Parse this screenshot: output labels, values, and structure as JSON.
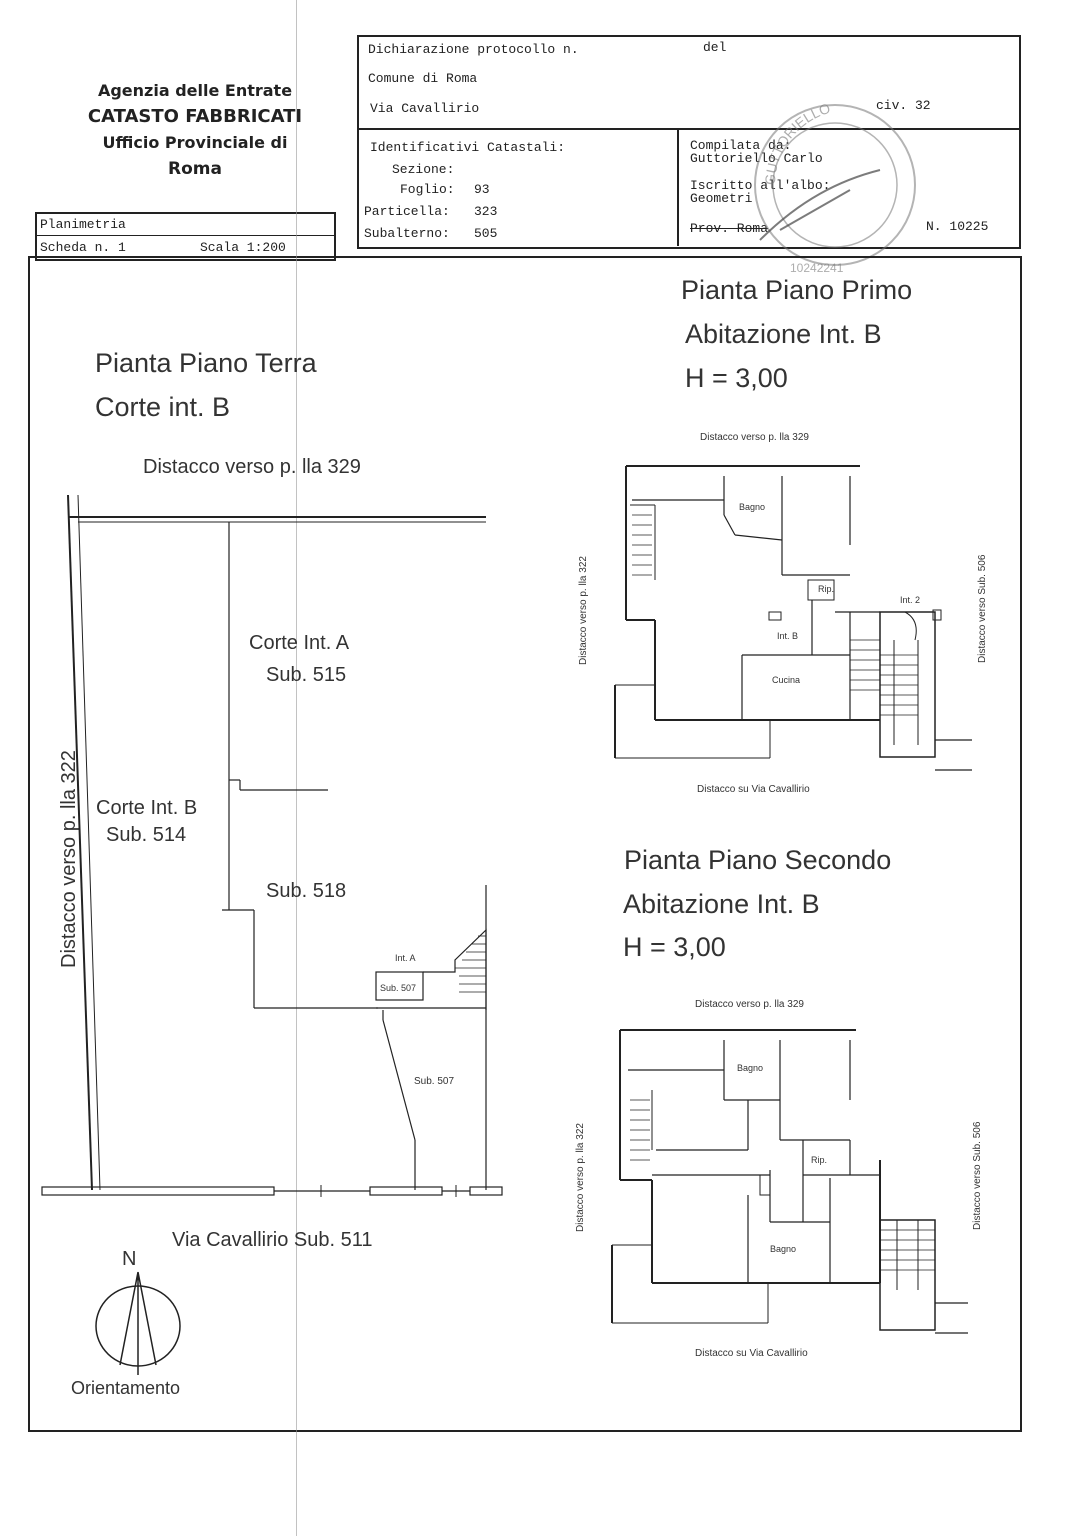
{
  "agency": {
    "line1": "Agenzia delle Entrate",
    "line2": "CATASTO FABBRICATI",
    "line3": "Ufficio Provinciale di",
    "line4": "Roma"
  },
  "header": {
    "protocollo_label": "Dichiarazione protocollo n.",
    "del_label": "del",
    "comune": "Comune di Roma",
    "via": "Via Cavallirio",
    "civico": "civ. 32",
    "identificativi_label": "Identificativi Catastali:",
    "sezione_label": "Sezione:",
    "foglio_label": "Foglio:",
    "foglio_value": "93",
    "particella_label": "Particella:",
    "particella_value": "323",
    "subalterno_label": "Subalterno:",
    "subalterno_value": "505",
    "compilata_label": "Compilata da:",
    "compilata_name": "Guttoriello Carlo",
    "iscritto_label": "Iscritto all'albo:",
    "albo": "Geometri",
    "prov": "Prov. Roma",
    "numero": "N. 10225",
    "stamp_text": "GUTTORIELLO",
    "stamp_number": "10242241"
  },
  "scheda": {
    "planimetria": "Planimetria",
    "scheda_label": "Scheda n. 1",
    "scala": "Scala 1:200"
  },
  "ground_floor": {
    "title": "Pianta Piano Terra",
    "subtitle": "Corte int. B",
    "distacco_top": "Distacco verso p. lla 329",
    "distacco_left": "Distacco verso p. lla 322",
    "corte_a": "Corte Int. A",
    "sub_515": "Sub. 515",
    "corte_b": "Corte Int. B",
    "sub_514": "Sub. 514",
    "sub_518": "Sub. 518",
    "int_a": "Int. A",
    "sub_507_small": "Sub. 507",
    "sub_507": "Sub. 507",
    "via_bottom": "Via Cavallirio Sub. 511",
    "north": "N",
    "orientamento": "Orientamento"
  },
  "first_floor": {
    "title": "Pianta Piano Primo",
    "subtitle": "Abitazione Int. B",
    "height": "H = 3,00",
    "distacco_top": "Distacco verso p. lla 329",
    "distacco_left": "Distacco verso p. lla 322",
    "distacco_right": "Distacco verso Sub. 506",
    "distacco_bottom": "Distacco su Via Cavallirio",
    "bagno": "Bagno",
    "rip": "Rip.",
    "int_b": "Int. B",
    "int_2": "Int. 2",
    "cucina": "Cucina"
  },
  "second_floor": {
    "title": "Pianta Piano Secondo",
    "subtitle": "Abitazione Int. B",
    "height": "H = 3,00",
    "distacco_top": "Distacco verso p. lla 329",
    "distacco_left": "Distacco verso p. lla 322",
    "distacco_right": "Distacco verso Sub. 506",
    "distacco_bottom": "Distacco su Via Cavallirio",
    "bagno1": "Bagno",
    "rip": "Rip.",
    "bagno2": "Bagno"
  }
}
